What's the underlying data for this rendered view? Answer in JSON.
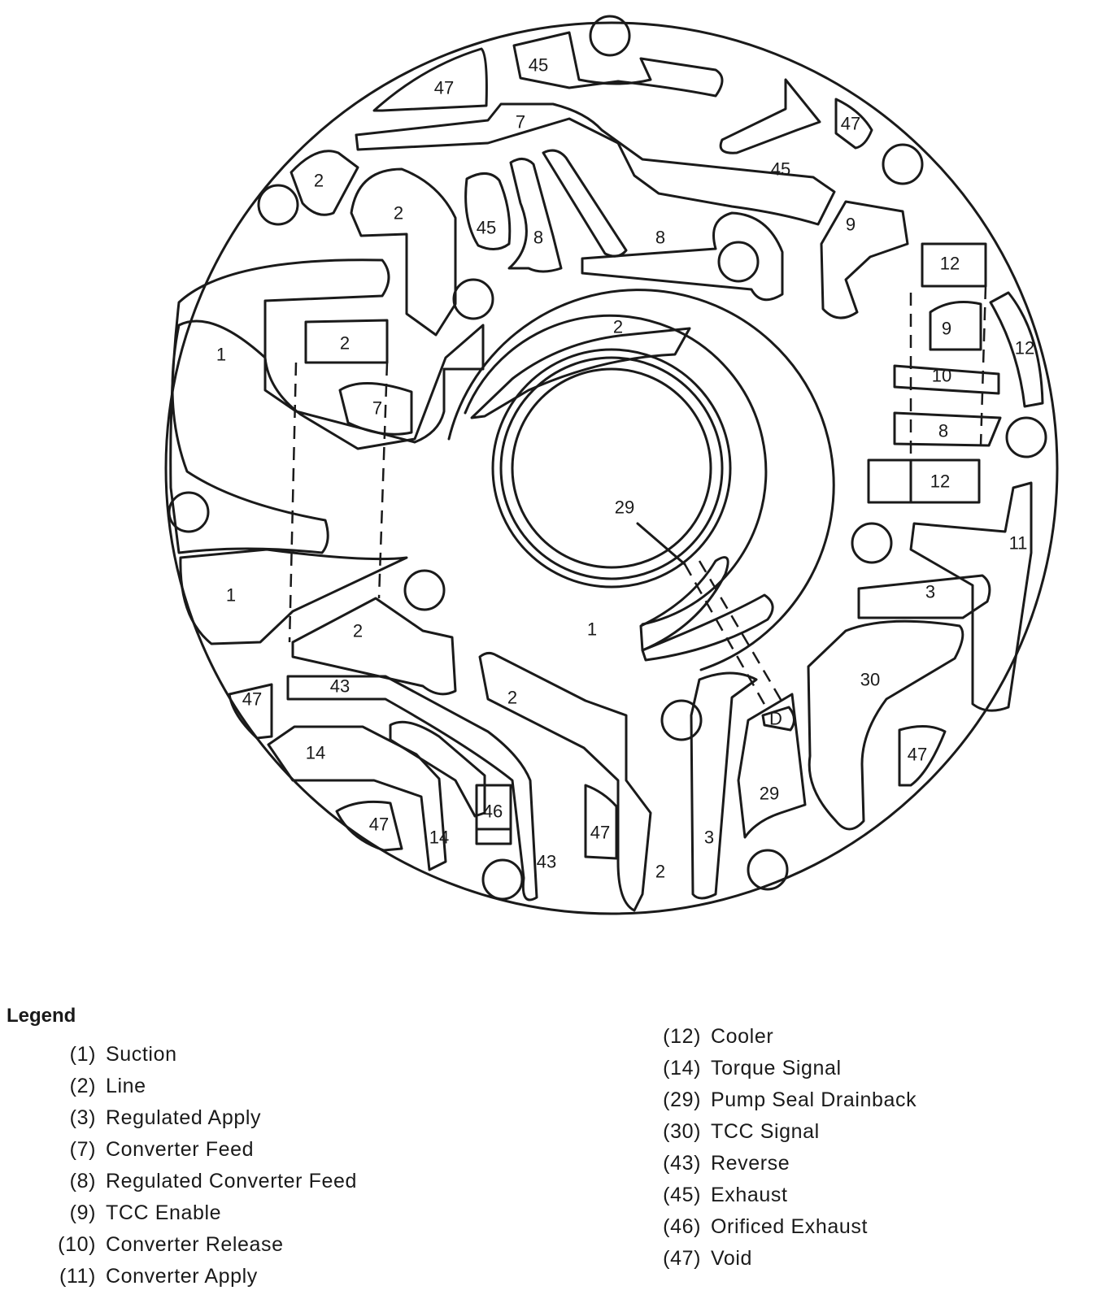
{
  "diagram": {
    "labels": [
      "45",
      "47",
      "47",
      "7",
      "2",
      "2",
      "45",
      "45",
      "8",
      "8",
      "9",
      "12",
      "9",
      "12",
      "1",
      "2",
      "2",
      "10",
      "7",
      "8",
      "12",
      "29",
      "1",
      "11",
      "3",
      "2",
      "1",
      "30",
      "47",
      "43",
      "2",
      "14",
      "D",
      "29",
      "47",
      "46",
      "47",
      "14",
      "47",
      "43",
      "2",
      "3"
    ]
  },
  "legend": {
    "title": "Legend",
    "items": [
      {
        "code": "(1)",
        "label": "Suction"
      },
      {
        "code": "(2)",
        "label": "Line"
      },
      {
        "code": "(3)",
        "label": "Regulated Apply"
      },
      {
        "code": "(7)",
        "label": "Converter Feed"
      },
      {
        "code": "(8)",
        "label": "Regulated Converter Feed"
      },
      {
        "code": "(9)",
        "label": "TCC Enable"
      },
      {
        "code": "(10)",
        "label": "Converter Release"
      },
      {
        "code": "(11)",
        "label": "Converter Apply"
      },
      {
        "code": "(12)",
        "label": "Cooler"
      },
      {
        "code": "(14)",
        "label": "Torque Signal"
      },
      {
        "code": "(29)",
        "label": "Pump Seal Drainback"
      },
      {
        "code": "(30)",
        "label": "TCC Signal"
      },
      {
        "code": "(43)",
        "label": "Reverse"
      },
      {
        "code": "(45)",
        "label": "Exhaust"
      },
      {
        "code": "(46)",
        "label": "Orificed Exhaust"
      },
      {
        "code": "(47)",
        "label": "Void"
      }
    ]
  }
}
